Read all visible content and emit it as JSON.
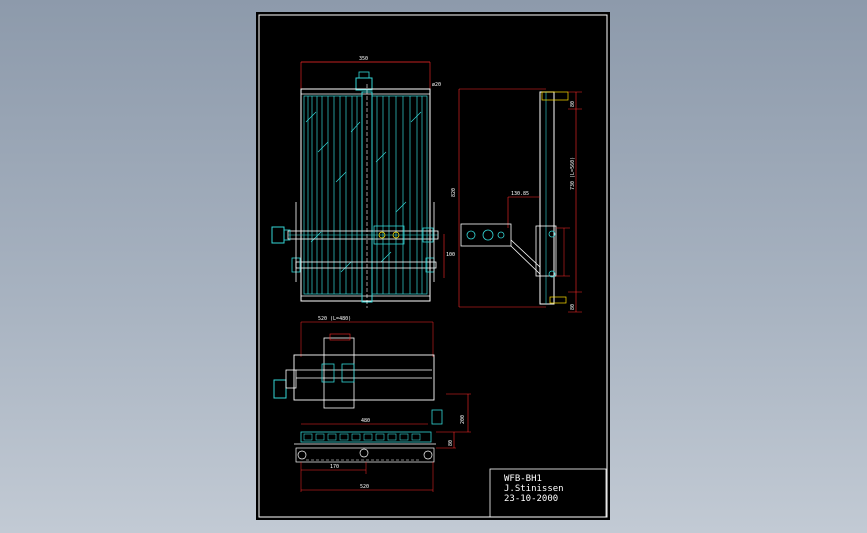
{
  "colors": {
    "background": "#9aa6b5",
    "sheet": "#000000",
    "border": "#ffffff",
    "dimension": "#ff2a2a",
    "glass": "#33d6d6",
    "frame": "#ffffff",
    "accent": "#ffe000"
  },
  "title_block": {
    "drawing_id": "WFB-BH1",
    "author": "J.Stinissen",
    "date": "23-10-2000"
  },
  "dimensions": {
    "top_width": "350",
    "top_diameter": "ø20",
    "side_height": "820",
    "side_offset": "130.85",
    "side_top": "80",
    "side_middle": "730 (L=560)",
    "side_bottom": "80",
    "lower_left": "100",
    "bottom_top_width": "520 (L=480)",
    "bottom_inner": "480",
    "bottom_right_upper": "200",
    "bottom_right_lower": "80",
    "bottom_small": "170",
    "bottom_overall": "520"
  }
}
